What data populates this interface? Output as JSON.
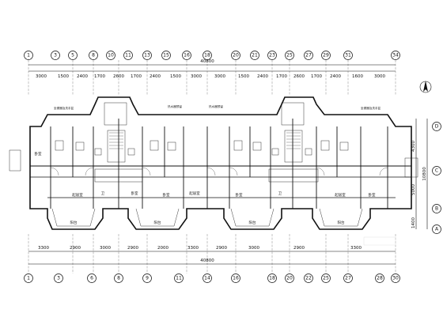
{
  "top_axes": [
    "1",
    "3",
    "5",
    "8",
    "10",
    "11",
    "13",
    "15",
    "16",
    "18",
    "20",
    "21",
    "23",
    "25",
    "27",
    "29",
    "31",
    "34"
  ],
  "bottom_axes": [
    "1",
    "3",
    "6",
    "8",
    "9",
    "11",
    "14",
    "16",
    "18",
    "20",
    "22",
    "25",
    "27",
    "28",
    "30"
  ],
  "right_axes": [
    "A",
    "B",
    "C",
    "D"
  ],
  "top_total": "40800",
  "bottom_total": "40800",
  "top_dims": [
    "3000",
    "1500",
    "2400",
    "1700",
    "2600",
    "1700",
    "2400",
    "1500",
    "3000",
    "3000",
    "1500",
    "2400",
    "1700",
    "2600",
    "1700",
    "2400",
    "1600",
    "3000"
  ],
  "bottom_dims": [
    "3300",
    "2900",
    "3000",
    "2900",
    "2000",
    "3300",
    "2900",
    "3000",
    "2900",
    "3300"
  ],
  "right_dims": [
    "4300",
    "10800",
    "5000",
    "1400"
  ],
  "room_labels": [
    "卧室",
    "卫",
    "起居室",
    "卧室",
    "卧室",
    "起居室",
    "卧室",
    "卫",
    "起居室",
    "卧室"
  ],
  "balcony_labels": [
    "阳台",
    "阳台",
    "阳台",
    "阳台"
  ],
  "notes": [
    "坐便器及洗手盆",
    "热水器预留",
    "热水器预留",
    "坐便器及洗手盆"
  ],
  "colors": {
    "line": "#111111",
    "background": "#ffffff"
  }
}
